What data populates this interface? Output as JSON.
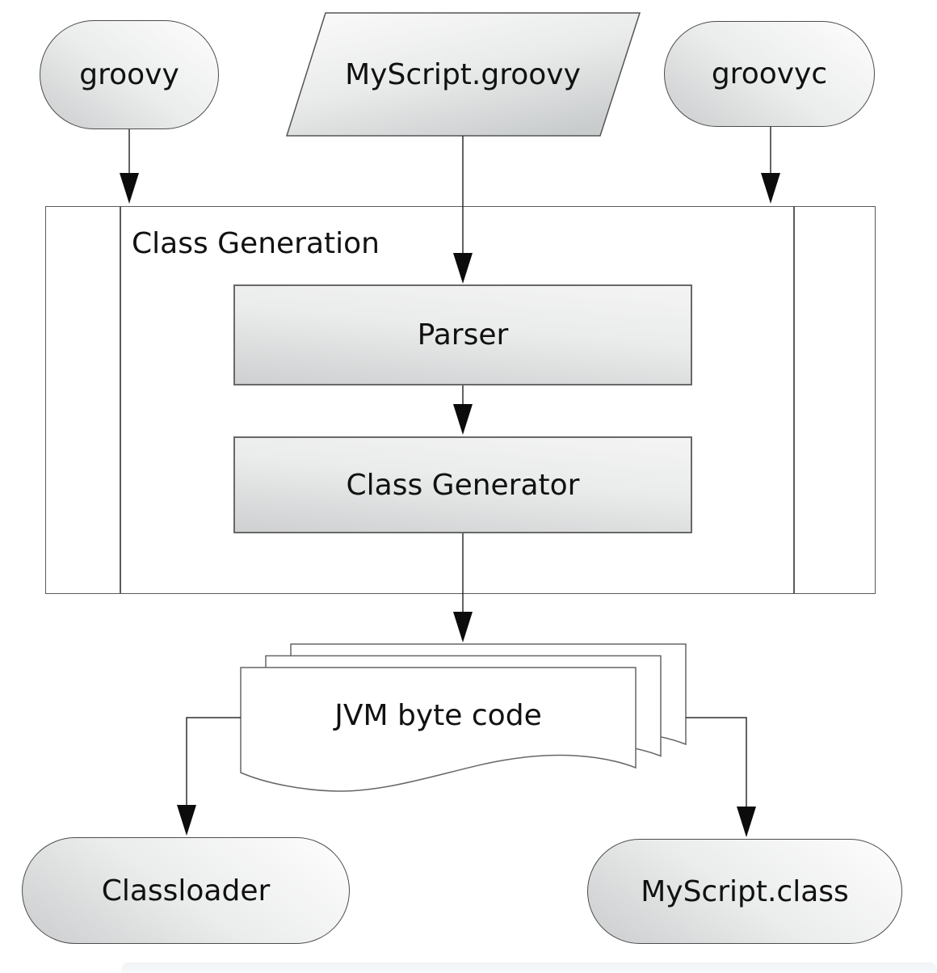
{
  "nodes": {
    "groovy": {
      "label": "groovy",
      "shape": "stadium"
    },
    "myscript_groovy": {
      "label": "MyScript.groovy",
      "shape": "parallelogram"
    },
    "groovyc": {
      "label": "groovyc",
      "shape": "stadium"
    },
    "class_generation": {
      "label": "Class Generation",
      "shape": "container"
    },
    "parser": {
      "label": "Parser",
      "shape": "process"
    },
    "class_generator": {
      "label": "Class Generator",
      "shape": "process"
    },
    "jvm_byte_code": {
      "label": "JVM byte code",
      "shape": "document-stack"
    },
    "classloader": {
      "label": "Classloader",
      "shape": "stadium"
    },
    "myscript_class": {
      "label": "MyScript.class",
      "shape": "stadium"
    }
  },
  "edges": [
    {
      "from": "groovy",
      "to": "class_generation"
    },
    {
      "from": "myscript_groovy",
      "to": "parser"
    },
    {
      "from": "groovyc",
      "to": "class_generation"
    },
    {
      "from": "parser",
      "to": "class_generator"
    },
    {
      "from": "class_generator",
      "to": "jvm_byte_code"
    },
    {
      "from": "jvm_byte_code",
      "to": "classloader"
    },
    {
      "from": "jvm_byte_code",
      "to": "myscript_class"
    }
  ],
  "colors": {
    "background": "#ffffff",
    "node_fill_light": "#fbfbfb",
    "node_fill_dark": "#cbcdce",
    "node_border": "#4d4d4d",
    "container_border": "#5a5a5a",
    "connector": "#2f2f2f",
    "arrowhead": "#0c0c0c",
    "text": "#111111",
    "footer_bar": "#f3f5f7"
  }
}
